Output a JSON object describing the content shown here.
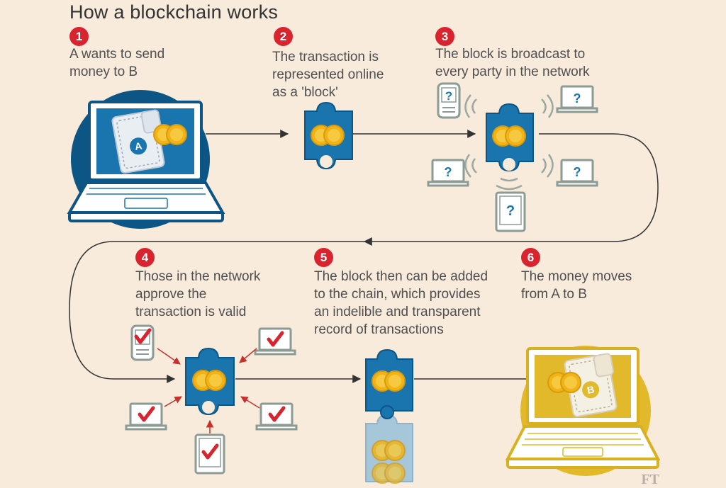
{
  "title": "How a blockchain works",
  "steps": [
    {
      "num": "1",
      "text": "A wants to send\nmoney to B"
    },
    {
      "num": "2",
      "text": "The transaction is\nrepresented online\nas a 'block'"
    },
    {
      "num": "3",
      "text": "The block is broadcast to\nevery party in the network"
    },
    {
      "num": "4",
      "text": "Those in the network\napprove the\ntransaction is valid"
    },
    {
      "num": "5",
      "text": "The block then can be added\nto the chain, which provides\nan indelible and transparent\nrecord of transactions"
    },
    {
      "num": "6",
      "text": "The money moves\nfrom A to B"
    }
  ],
  "wallet_a_label": "A",
  "wallet_b_label": "B",
  "unknown_mark": "?",
  "source_tag": "FT",
  "colors": {
    "navy": "#0d5585",
    "blue": "#1a74ad",
    "gold": "#e1b92a",
    "coin": "#f0b418",
    "red": "#d9232e",
    "grey": "#8c9b93"
  }
}
